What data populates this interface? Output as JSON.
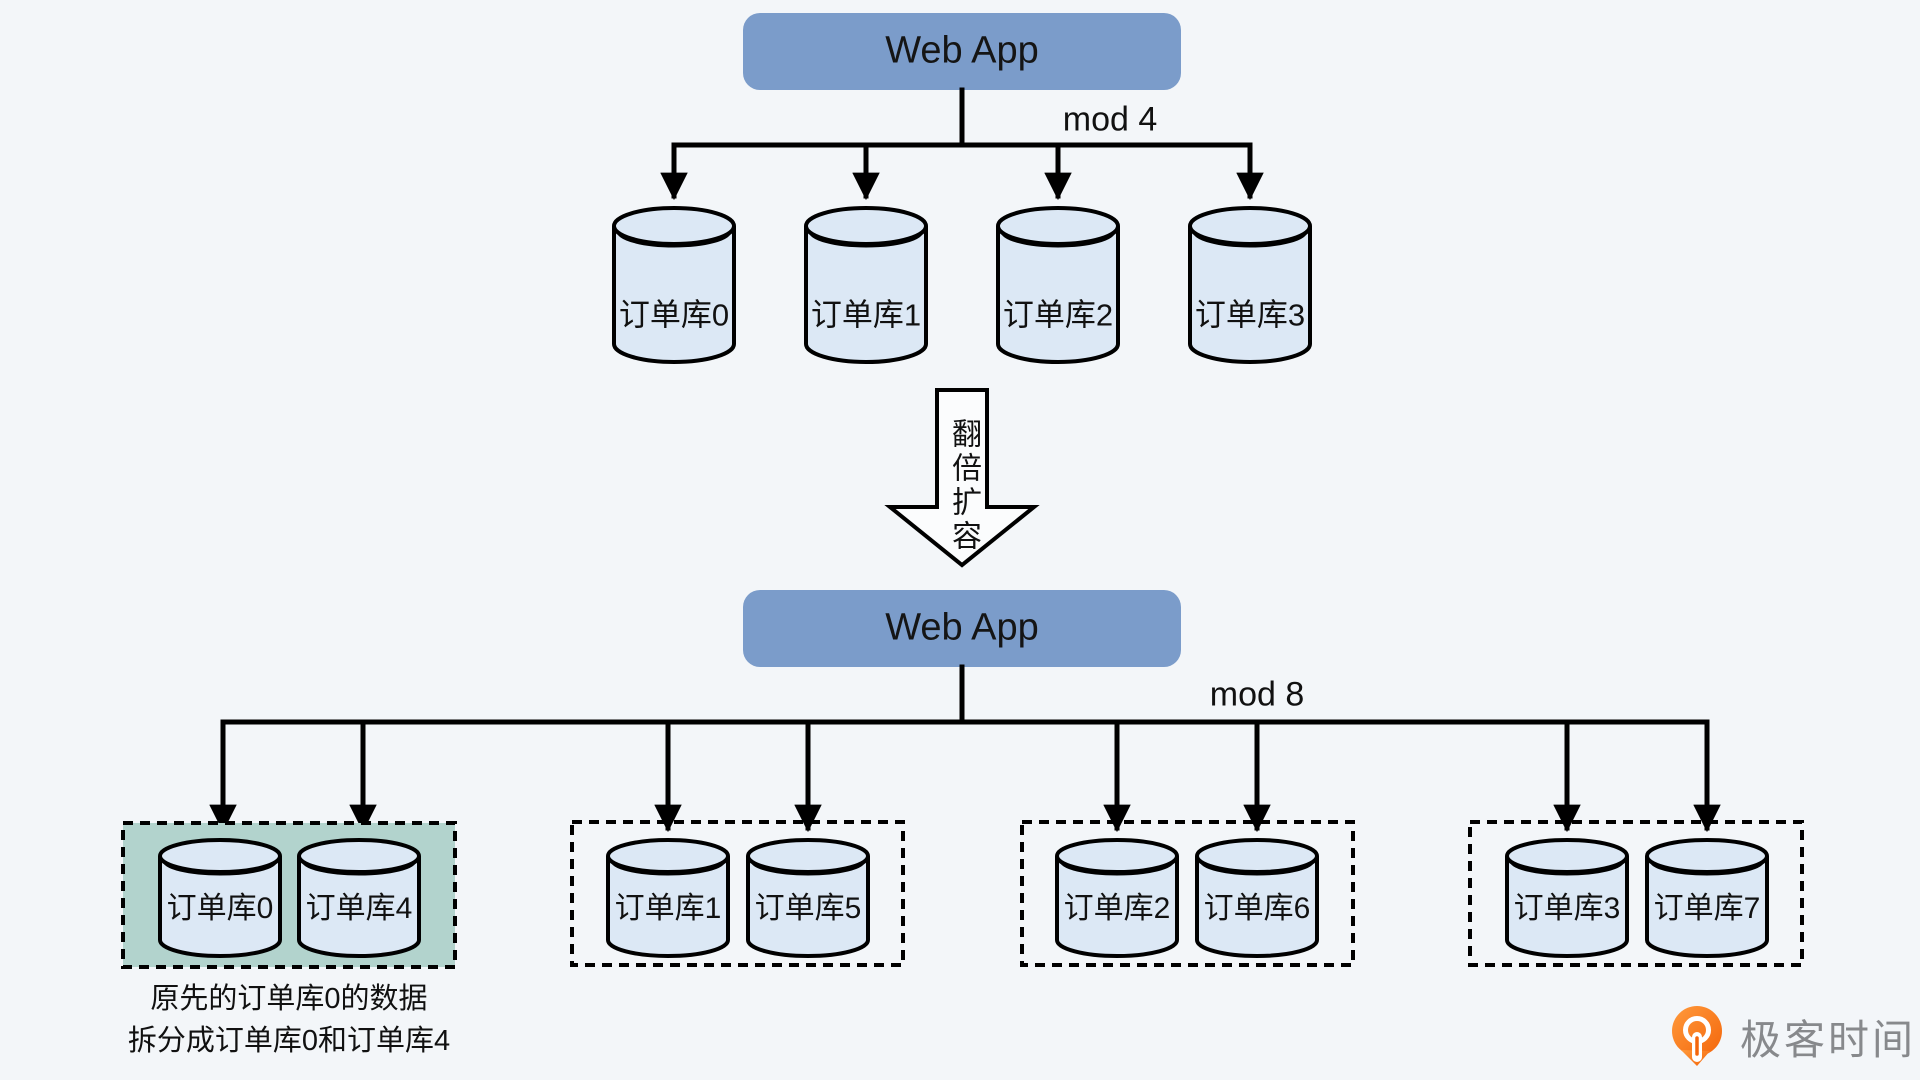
{
  "top_section": {
    "app_label": "Web App",
    "mod_label": "mod 4",
    "databases": [
      "订单库0",
      "订单库1",
      "订单库2",
      "订单库3"
    ]
  },
  "transition": {
    "arrow_label": "翻倍扩容"
  },
  "bottom_section": {
    "app_label": "Web App",
    "mod_label": "mod 8",
    "groups": [
      {
        "highlighted": true,
        "databases": [
          "订单库0",
          "订单库4"
        ]
      },
      {
        "highlighted": false,
        "databases": [
          "订单库1",
          "订单库5"
        ]
      },
      {
        "highlighted": false,
        "databases": [
          "订单库2",
          "订单库6"
        ]
      },
      {
        "highlighted": false,
        "databases": [
          "订单库3",
          "订单库7"
        ]
      }
    ]
  },
  "caption": {
    "line1": "原先的订单库0的数据",
    "line2": "拆分成订单库0和订单库4"
  },
  "logo": {
    "text": "极客时间"
  },
  "colors": {
    "background": "#f3f6f9",
    "app_box_blue": "#7b9cca",
    "cylinder_fill": "#dce8f5",
    "highlight_teal": "#b2d3cd",
    "line_black": "#000000",
    "logo_orange": "#f9751d",
    "logo_text_gray": "#87898c"
  }
}
